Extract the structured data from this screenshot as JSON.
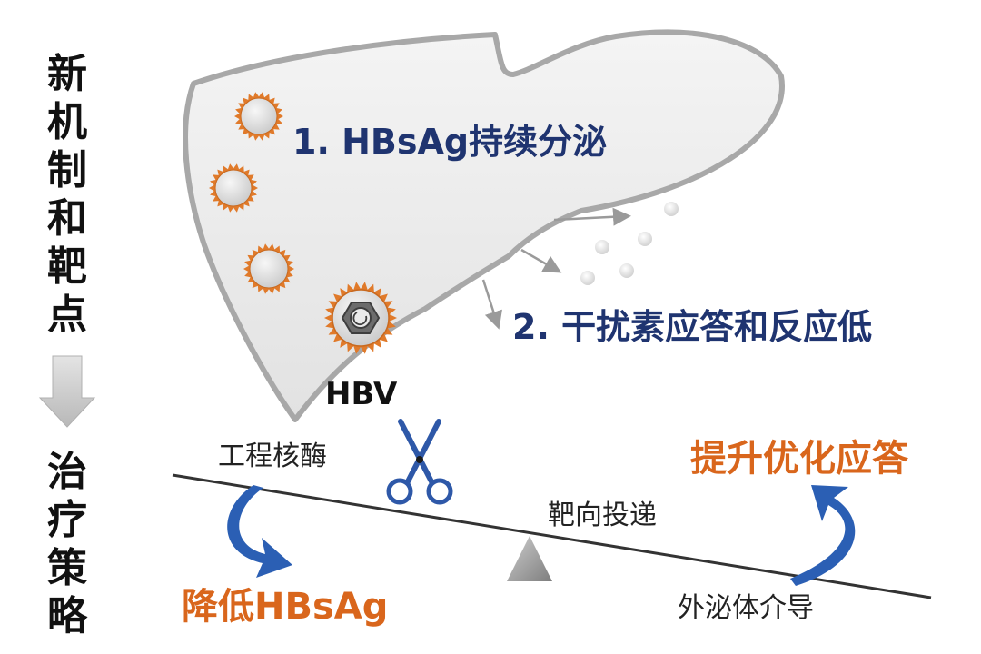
{
  "left_column": {
    "top_chars": [
      "新",
      "机",
      "制",
      "和",
      "靶",
      "点"
    ],
    "bottom_chars": [
      "治",
      "疗",
      "策",
      "略"
    ]
  },
  "liver": {
    "label_1": "1. HBsAg持续分泌",
    "label_2": "2. 干扰素应答和反应低",
    "virus_label": "HBV"
  },
  "balance": {
    "tool_left": "工程核酶",
    "tool_mid": "靶向投递",
    "tool_right": "外泌体介导",
    "outcome_left": "降低HBsAg",
    "outcome_right": "提升优化应答"
  },
  "colors": {
    "title_navy": "#1f3470",
    "accent_orange": "#d9661c",
    "arrow_blue": "#2b5fb4",
    "liver_fill": "#ececec",
    "liver_stroke": "#a8a8a8"
  }
}
